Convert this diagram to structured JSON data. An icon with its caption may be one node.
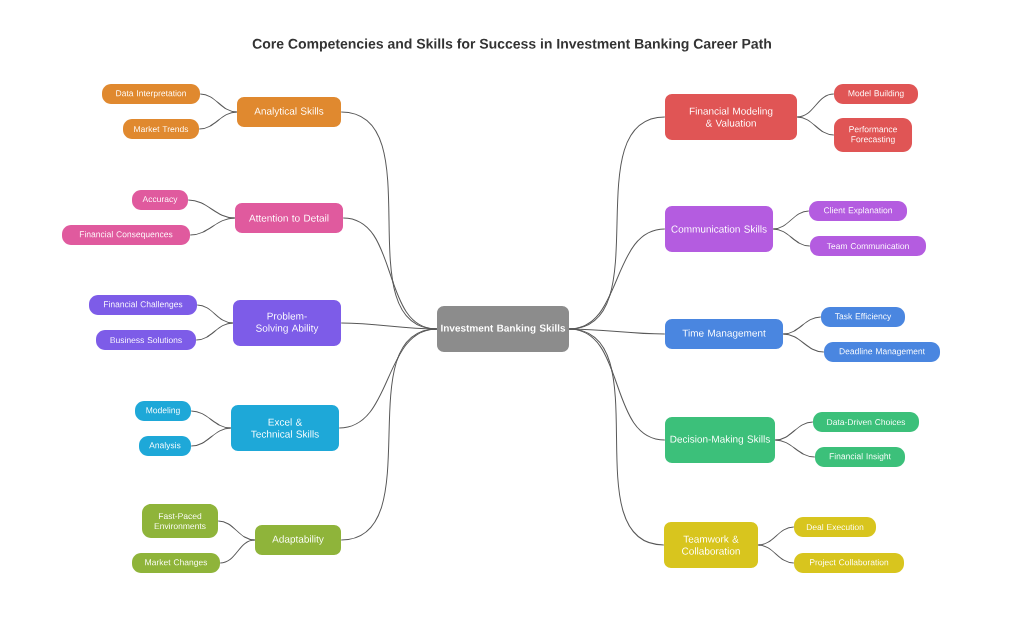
{
  "diagram": {
    "title": "Core Competencies and Skills for Success in Investment Banking Career Path",
    "nodes": [
      {
        "text": [
          "Investment Banking Skills"
        ]
      },
      {
        "text": [
          "Analytical Skills"
        ]
      },
      {
        "text": [
          "Data Interpretation"
        ]
      },
      {
        "text": [
          "Market Trends"
        ]
      },
      {
        "text": [
          "Attention to Detail"
        ]
      },
      {
        "text": [
          "Accuracy"
        ]
      },
      {
        "text": [
          "Financial Consequences"
        ]
      },
      {
        "text": [
          "Problem-Solving Ability"
        ]
      },
      {
        "text": [
          "Financial Challenges"
        ]
      },
      {
        "text": [
          "Business Solutions"
        ]
      },
      {
        "text": [
          "Excel & Technical Skills"
        ]
      },
      {
        "text": [
          "Modeling"
        ]
      },
      {
        "text": [
          "Analysis"
        ]
      },
      {
        "text": [
          "Adaptability"
        ]
      },
      {
        "text": [
          "Fast-Paced Environments"
        ]
      },
      {
        "text": [
          "Market Changes"
        ]
      },
      {
        "text": [
          "Financial Modeling & Valuation"
        ]
      },
      {
        "text": [
          "Model Building"
        ]
      },
      {
        "text": [
          "Performance Forecasting"
        ]
      },
      {
        "text": [
          "Communication Skills"
        ]
      },
      {
        "text": [
          "Client Explanation"
        ]
      },
      {
        "text": [
          "Team Communication"
        ]
      },
      {
        "text": [
          "Time Management"
        ]
      },
      {
        "text": [
          "Task Efficiency"
        ]
      },
      {
        "text": [
          "Deadline Management"
        ]
      },
      {
        "text": [
          "Decision-Making Skills"
        ]
      },
      {
        "text": [
          "Data-Driven Choices"
        ]
      },
      {
        "text": [
          "Financial Insight"
        ]
      },
      {
        "text": [
          "Teamwork & Collaboration"
        ]
      },
      {
        "text": [
          "Deal Execution"
        ]
      },
      {
        "text": [
          "Project Collaboration"
        ]
      }
    ],
    "edges": [
      {
        "from": 0,
        "to": 1,
        "arrow": "none"
      },
      {
        "from": 1,
        "to": 2,
        "arrow": "none"
      },
      {
        "from": 1,
        "to": 3,
        "arrow": "none"
      },
      {
        "from": 0,
        "to": 4,
        "arrow": "none"
      },
      {
        "from": 4,
        "to": 5,
        "arrow": "none"
      },
      {
        "from": 4,
        "to": 6,
        "arrow": "none"
      },
      {
        "from": 0,
        "to": 7,
        "arrow": "none"
      },
      {
        "from": 7,
        "to": 8,
        "arrow": "none"
      },
      {
        "from": 7,
        "to": 9,
        "arrow": "none"
      },
      {
        "from": 0,
        "to": 10,
        "arrow": "none"
      },
      {
        "from": 10,
        "to": 11,
        "arrow": "none"
      },
      {
        "from": 10,
        "to": 12,
        "arrow": "none"
      },
      {
        "from": 0,
        "to": 13,
        "arrow": "none"
      },
      {
        "from": 13,
        "to": 14,
        "arrow": "none"
      },
      {
        "from": 13,
        "to": 15,
        "arrow": "none"
      },
      {
        "from": 0,
        "to": 16,
        "arrow": "none"
      },
      {
        "from": 16,
        "to": 17,
        "arrow": "none"
      },
      {
        "from": 16,
        "to": 18,
        "arrow": "none"
      },
      {
        "from": 0,
        "to": 19,
        "arrow": "none"
      },
      {
        "from": 19,
        "to": 20,
        "arrow": "none"
      },
      {
        "from": 19,
        "to": 21,
        "arrow": "none"
      },
      {
        "from": 0,
        "to": 22,
        "arrow": "none"
      },
      {
        "from": 22,
        "to": 23,
        "arrow": "none"
      },
      {
        "from": 22,
        "to": 24,
        "arrow": "none"
      },
      {
        "from": 0,
        "to": 25,
        "arrow": "none"
      },
      {
        "from": 25,
        "to": 26,
        "arrow": "none"
      },
      {
        "from": 25,
        "to": 27,
        "arrow": "none"
      },
      {
        "from": 0,
        "to": 28,
        "arrow": "none"
      },
      {
        "from": 28,
        "to": 29,
        "arrow": "none"
      },
      {
        "from": 28,
        "to": 30,
        "arrow": "none"
      }
    ]
  }
}
